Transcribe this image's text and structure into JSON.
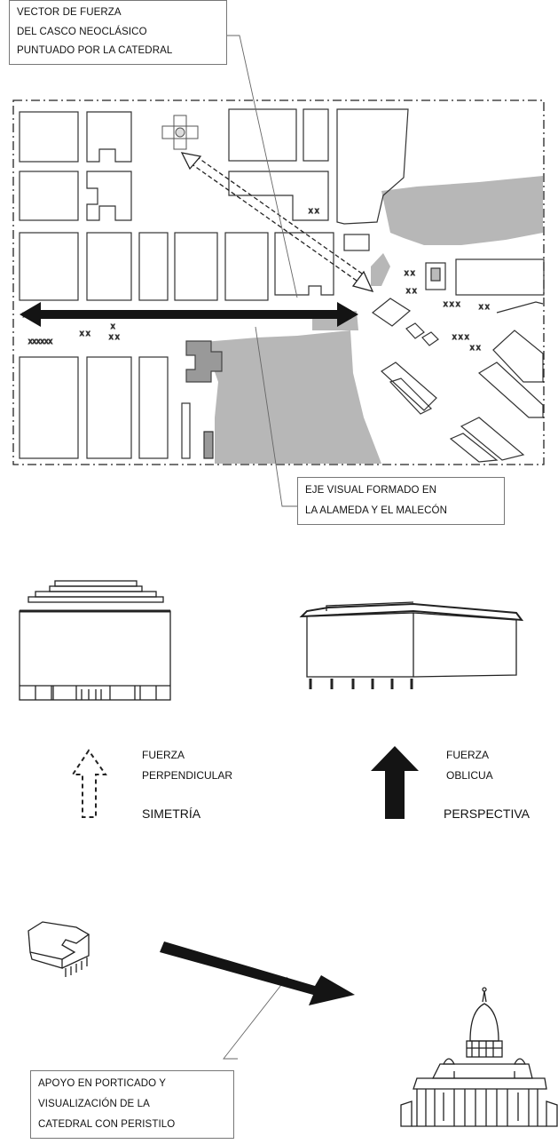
{
  "map_callouts": {
    "top": [
      "VECTOR DE FUERZA",
      "DEL CASCO NEOCLÁSICO",
      "PUNTUADO POR LA CATEDRAL"
    ],
    "bottom": [
      "EJE VISUAL FORMADO EN",
      "LA ALAMEDA Y EL MALECÓN"
    ]
  },
  "forces": {
    "left": {
      "line1": "FUERZA",
      "line2": "PERPENDICULAR",
      "caption": "SIMETRÍA"
    },
    "right": {
      "line1": "FUERZA",
      "line2": "OBLICUA",
      "caption": "PERSPECTIVA"
    }
  },
  "bottom_callout": [
    "APOYO EN PORTICADO Y",
    "VISUALIZACIÓN DE LA",
    "CATEDRAL CON PERISTILO"
  ],
  "colors": {
    "water": "#b7b7b7",
    "ink": "#141414",
    "box": "#777777"
  }
}
